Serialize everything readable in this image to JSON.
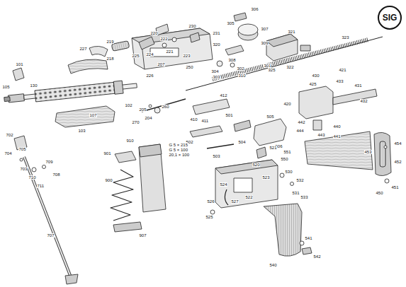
{
  "diagram": {
    "nodes": [
      {
        "text": [
          "SIG"
        ]
      }
    ],
    "labels": [
      "101",
      "105",
      "130",
      "102",
      "103",
      "107",
      "227",
      "218",
      "219",
      "224",
      "225",
      "220",
      "222",
      "221",
      "207",
      "226",
      "223",
      "230",
      "250",
      "231",
      "320",
      "306",
      "305",
      "307",
      "308",
      "309",
      "304",
      "303",
      "302",
      "301",
      "310",
      "321",
      "322",
      "325",
      "323",
      "430",
      "433",
      "431",
      "432",
      "421",
      "425",
      "420",
      "410",
      "412",
      "411",
      "204",
      "205",
      "260",
      "270",
      "501",
      "502",
      "503",
      "504",
      "505",
      "506",
      "442",
      "443",
      "440",
      "441",
      "444",
      "453",
      "454",
      "452",
      "451",
      "450",
      "910",
      "901",
      "900",
      "907",
      "G 5 × 215",
      "G 5 × 100",
      "20,1 × 100",
      "702",
      "704",
      "705",
      "703",
      "709",
      "708",
      "710",
      "711",
      "707",
      "520",
      "521",
      "523",
      "522",
      "524",
      "527",
      "525",
      "526",
      "550",
      "551",
      "530",
      "531",
      "532",
      "533",
      "540",
      "541",
      "542"
    ]
  }
}
